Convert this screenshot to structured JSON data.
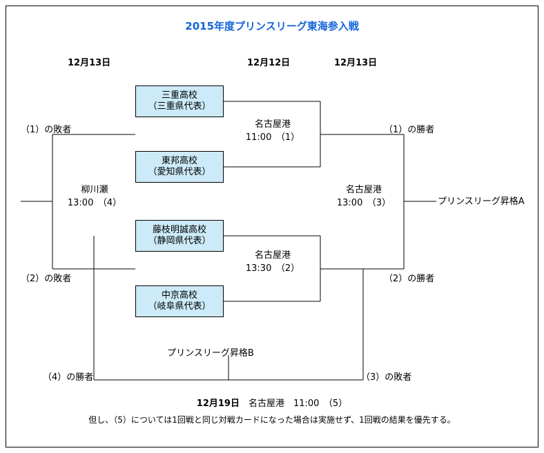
{
  "title": "2015年度プリンスリーグ東海参入戦",
  "title_color": "#1565d8",
  "box_fill_color": "#cceaf8",
  "date_headers": {
    "left": "12月13日",
    "middle": "12月12日",
    "right": "12月13日"
  },
  "teams": [
    {
      "name": "三重高校",
      "qualifier": "（三重県代表）"
    },
    {
      "name": "東邦高校",
      "qualifier": "（愛知県代表）"
    },
    {
      "name": "藤枝明誠高校",
      "qualifier": "（静岡県代表）"
    },
    {
      "name": "中京高校",
      "qualifier": "（岐阜県代表）"
    }
  ],
  "matches": [
    {
      "venue": "名古屋港",
      "time": "11:00　（1）"
    },
    {
      "venue": "名古屋港",
      "time": "13:30　（2）"
    },
    {
      "venue": "名古屋港",
      "time": "13:00　（3）"
    },
    {
      "venue": "柳川瀬",
      "time": "13:00　（4）"
    }
  ],
  "side_labels": {
    "left_top": "（1）の敗者",
    "left_bottom": "（2）の敗者",
    "right_top": "（1）の勝者",
    "right_bottom": "（2）の勝者",
    "bottom_left": "（4）の勝者",
    "bottom_right": "（3）の敗者"
  },
  "promotions": {
    "a": "プリンスリーグ昇格A",
    "b": "プリンスリーグ昇格B"
  },
  "footer": {
    "date": "12月19日",
    "detail": "　名古屋港　11:00　（5）",
    "note": "但し、（5）については1回戦と同じ対戦カードになった場合は実施せず、1回戦の結果を優先する。"
  }
}
